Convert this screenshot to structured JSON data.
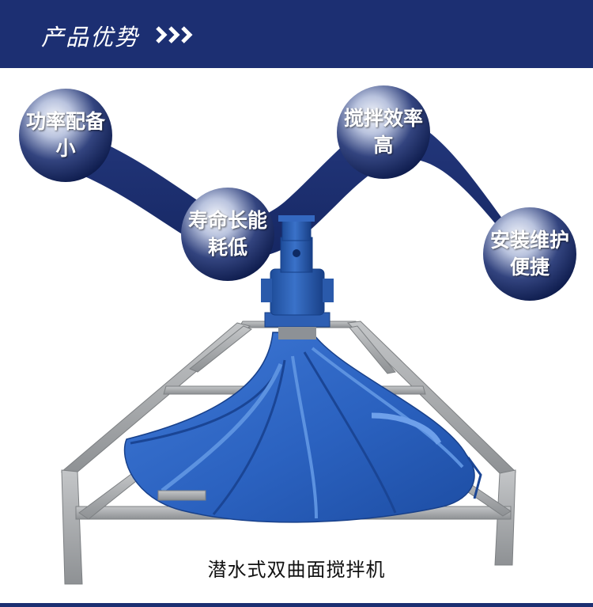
{
  "header": {
    "title": "产品优势",
    "arrows_icon": "triple-chevron-right-icon"
  },
  "features": [
    {
      "text": "功率配备小"
    },
    {
      "text": "寿命长能耗低"
    },
    {
      "text": "搅拌效率高"
    },
    {
      "text": "安装维护便捷"
    }
  ],
  "caption": "潜水式双曲面搅拌机",
  "colors": {
    "brand_navy": "#1c2f72",
    "impeller_blue": "#2f67c4",
    "frame_steel": "#a9abad"
  }
}
